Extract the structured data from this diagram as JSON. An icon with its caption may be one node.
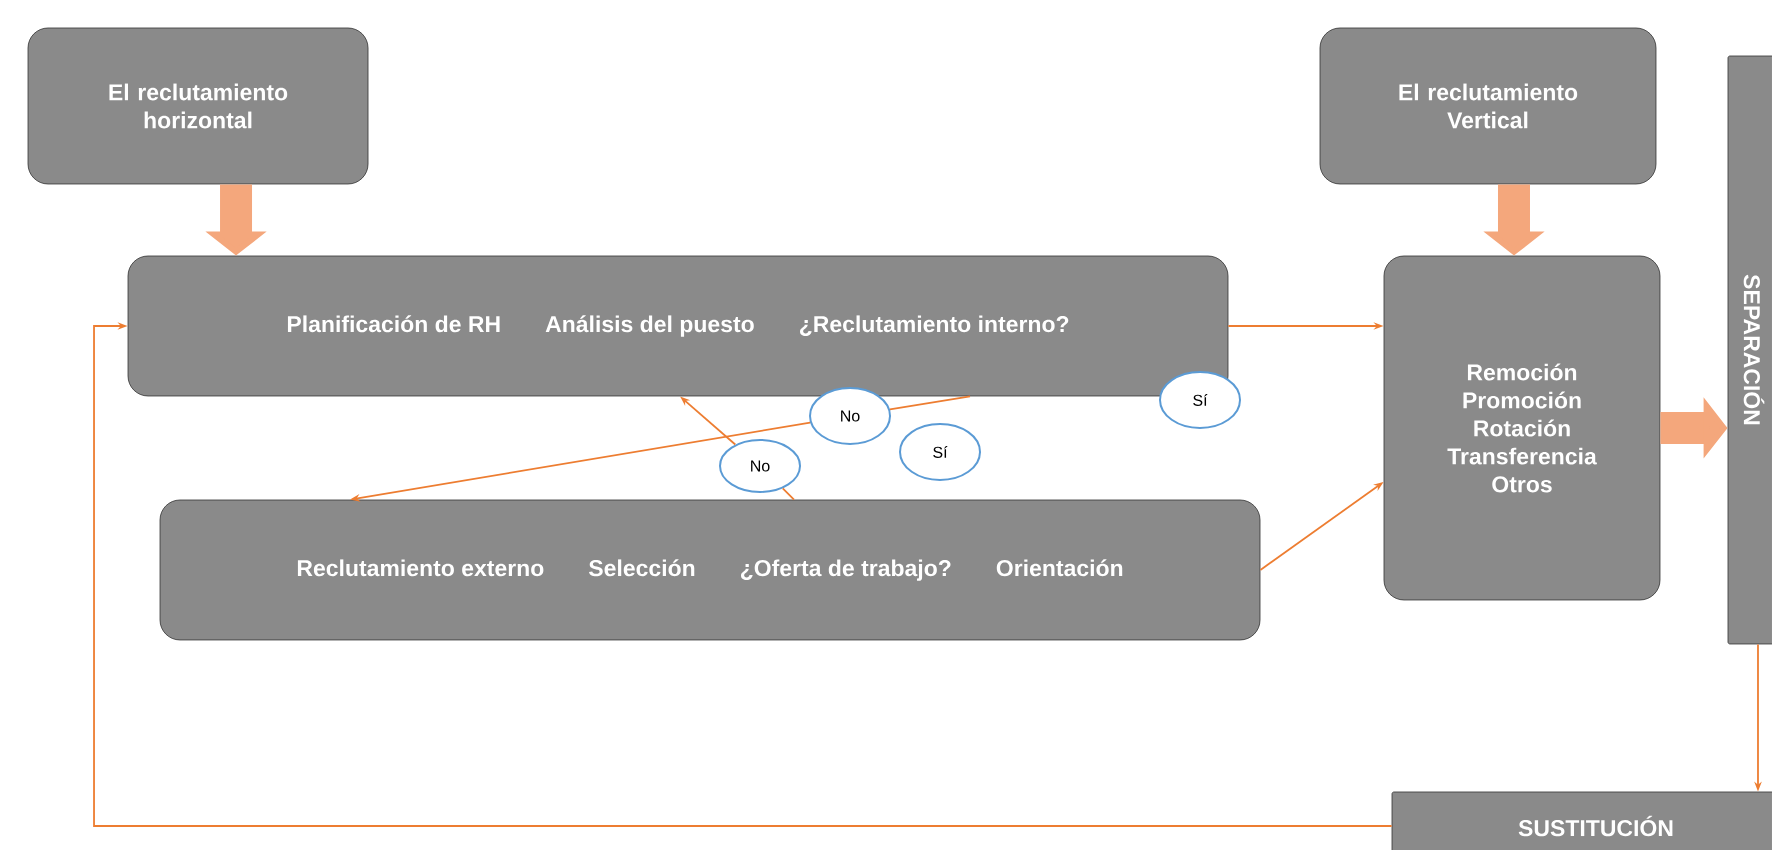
{
  "diagram": {
    "nodes": [
      {
        "text": [
          "El reclutamiento horizontal"
        ]
      },
      {
        "text": [
          "Planificación de RH",
          "Análisis del puesto",
          "¿Reclutamiento interno?"
        ]
      },
      {
        "text": [
          "Reclutamiento externo",
          "Selección",
          "¿Oferta de trabajo?",
          "Orientación"
        ]
      },
      {
        "text": [
          "El reclutamiento Vertical"
        ]
      },
      {
        "text": [
          "Remoción",
          "Promoción",
          "Rotación",
          "Transferencia",
          "Otros"
        ]
      },
      {
        "text": [
          "SEPARACIÓN"
        ]
      },
      {
        "text": [
          "SUSTITUCIÓN"
        ]
      },
      {
        "text": [
          "Sí"
        ]
      },
      {
        "text": [
          "Sí"
        ]
      },
      {
        "text": [
          "No"
        ]
      },
      {
        "text": [
          "No"
        ]
      }
    ],
    "edges": [
      {
        "from": 0,
        "to": 1,
        "arrow": "to",
        "style": "thick",
        "color": "#f4a77c"
      },
      {
        "from": 3,
        "to": 4,
        "arrow": "to",
        "style": "thick",
        "color": "#f4a77c"
      },
      {
        "from": 4,
        "to": 5,
        "arrow": "to",
        "style": "thick",
        "color": "#f4a77c"
      },
      {
        "from": 1,
        "to": 4,
        "arrow": "to"
      },
      {
        "from": 2,
        "to": 4,
        "arrow": "to"
      },
      {
        "from": 1,
        "to": 9,
        "arrow": "none"
      },
      {
        "from": 9,
        "to": 2,
        "arrow": "to"
      },
      {
        "from": 2,
        "to": 10,
        "arrow": "none"
      },
      {
        "from": 10,
        "to": 1,
        "arrow": "to"
      },
      {
        "from": 5,
        "to": 6,
        "arrow": "to"
      },
      {
        "from": 6,
        "to": 1,
        "arrow": "to"
      }
    ]
  }
}
